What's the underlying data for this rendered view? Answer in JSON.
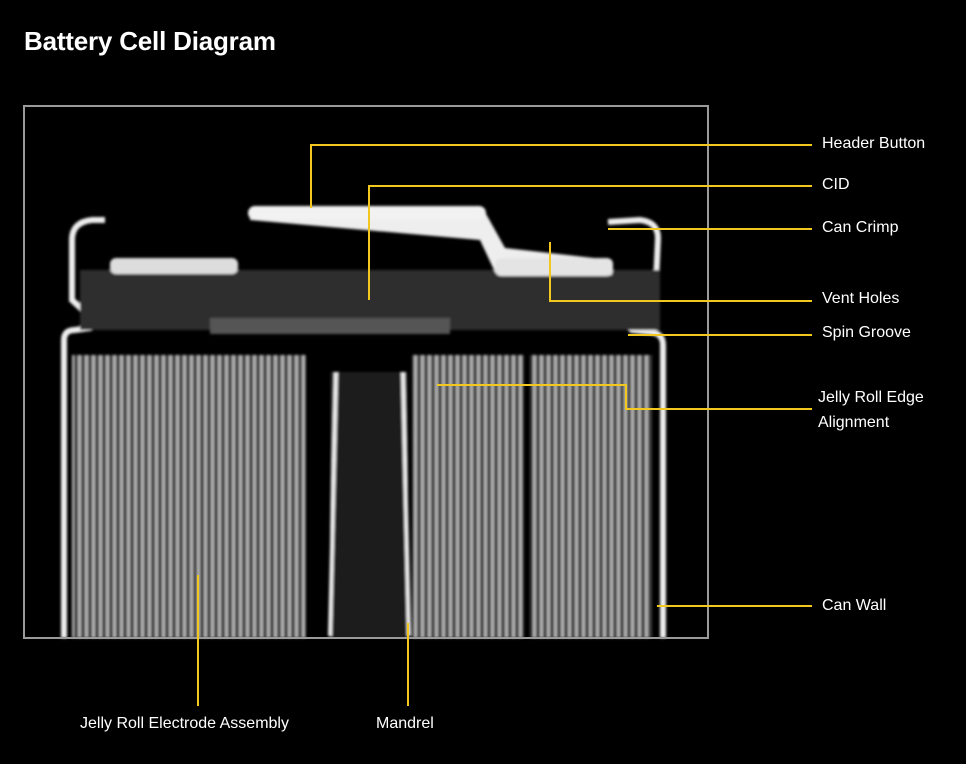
{
  "title": "Battery Cell Diagram",
  "accent_color": "#f2c81e",
  "labels": {
    "header_button": "Header Button",
    "cid": "CID",
    "can_crimp": "Can Crimp",
    "vent_holes": "Vent Holes",
    "spin_groove": "Spin Groove",
    "jelly_roll_edge_1": "Jelly Roll Edge",
    "jelly_roll_edge_2": "Alignment",
    "can_wall": "Can Wall",
    "jelly_roll_electrode": "Jelly Roll Electrode Assembly",
    "mandrel": "Mandrel"
  }
}
